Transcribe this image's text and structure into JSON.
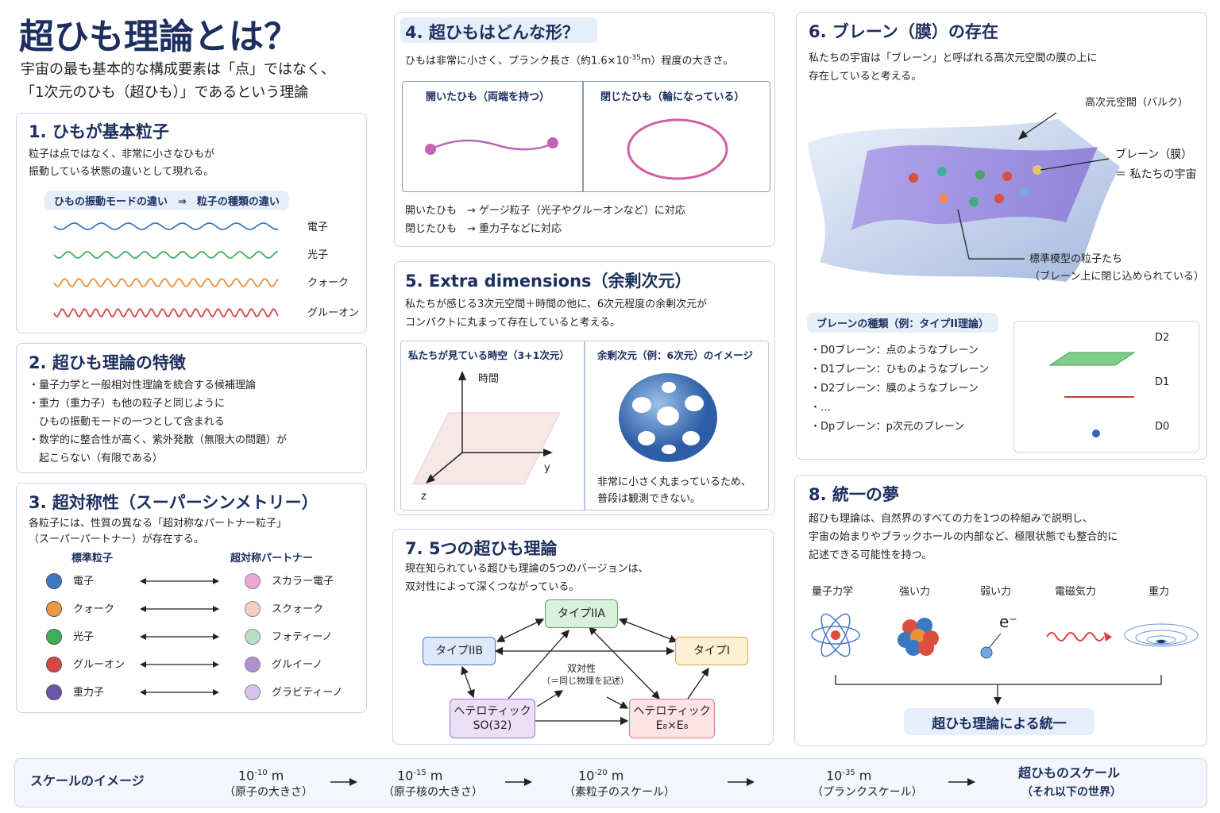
{
  "header": {
    "title": "超ひも理論とは？",
    "line1": "宇宙の最も基本的な構成要素は「点」ではなく、",
    "line2": "「1次元のひも（超ひも）」であるという理論"
  },
  "s1": {
    "title": "1. ひもが基本粒子",
    "l1": "粒子は点ではなく、非常に小さなひもが",
    "l2": "振動している状態の違いとして現れる。",
    "pill": "ひもの振動モードの違い　⇒　粒子の種類の違い",
    "modes": [
      {
        "label": "電子",
        "color": "#3a78c2"
      },
      {
        "label": "光子",
        "color": "#3fae5a"
      },
      {
        "label": "クォーク",
        "color": "#e8923a"
      },
      {
        "label": "グルーオン",
        "color": "#d94545"
      }
    ]
  },
  "s2": {
    "title": "2. 超ひも理論の特徴",
    "lines": [
      "・量子力学と一般相対性理論を統合する候補理論",
      "・重力（重力子）も他の粒子と同じように",
      "　ひもの振動モードの一つとして含まれる",
      "・数学的に整合性が高く、紫外発散（無限大の問題）が",
      "　起こらない（有限である）"
    ]
  },
  "s3": {
    "title": "3. 超対称性（スーパーシンメトリー）",
    "l1": "各粒子には、性質の異なる「超対称なパートナー粒子」",
    "l2": "（スーパーパートナー）が存在する。",
    "col1": "標準粒子",
    "col2": "超対称パートナー",
    "pairs": [
      {
        "a": "電子",
        "b": "スカラー電子",
        "ca": "#3a78c2",
        "cb": "#e9a6d6"
      },
      {
        "a": "クォーク",
        "b": "スクォーク",
        "ca": "#ee9a45",
        "cb": "#f6cfc2"
      },
      {
        "a": "光子",
        "b": "フォティーノ",
        "ca": "#3fae5a",
        "cb": "#b9e0c4"
      },
      {
        "a": "グルーオン",
        "b": "グルイーノ",
        "ca": "#d94545",
        "cb": "#b08fcf"
      },
      {
        "a": "重力子",
        "b": "グラビティーノ",
        "ca": "#6a55a8",
        "cb": "#d7c2ec"
      }
    ]
  },
  "s4": {
    "title": "4. 超ひもはどんな形？",
    "desc_pre": "ひもは非常に小さく、プランク長さ（約1.6×10",
    "desc_exp": "-35",
    "desc_post": "m）程度の大きさ。",
    "open": "開いたひも（両端を持つ）",
    "closed": "閉じたひも（輪になっている）",
    "n1": "開いたひも　→ ゲージ粒子（光子やグルーオンなど）に対応",
    "n2": "閉じたひも　→ 重力子などに対応"
  },
  "s5": {
    "title": "5. Extra dimensions（余剰次元）",
    "l1": "私たちが感じる3次元空間＋時間の他に、6次元程度の余剰次元が",
    "l2": "コンパクトに丸まって存在していると考える。",
    "left": "私たちが見ている時空（3+1次元）",
    "right": "余剰次元（例：6次元）のイメージ",
    "time": "時間",
    "y": "y",
    "z": "z",
    "c1": "非常に小さく丸まっているため、",
    "c2": "普段は観測できない。"
  },
  "s6": {
    "title": "6. ブレーン（膜）の存在",
    "l1": "私たちの宇宙は「ブレーン」と呼ばれる高次元空間の膜の上に",
    "l2": "存在していると考える。",
    "bulk": "高次元空間（バルク）",
    "brane1": "ブレーン（膜）",
    "brane2": "＝ 私たちの宇宙",
    "sm1": "標準模型の粒子たち",
    "sm2": "（ブレーン上に閉じ込められている）",
    "pill": "ブレーンの種類（例：タイプII理論）",
    "types": [
      "・D0ブレーン：点のようなブレーン",
      "・D1ブレーン：ひものようなブレーン",
      "・D2ブレーン：膜のようなブレーン",
      "・…",
      "・Dpブレーン：p次元のブレーン"
    ],
    "d2": "D2",
    "d1": "D1",
    "d0": "D0"
  },
  "s7": {
    "title": "7. 5つの超ひも理論",
    "l1": "現在知られている超ひも理論の5つのバージョンは、",
    "l2": "双対性によって深くつながっている。",
    "iia": "タイプIIA",
    "iib": "タイプIIB",
    "i": "タイプI",
    "so1": "ヘテロティック",
    "so2": "SO(32)",
    "e1": "ヘテロティック",
    "e2": "E₈×E₈",
    "dual1": "双対性",
    "dual2": "（＝同じ物理を記述）"
  },
  "s8": {
    "title": "8. 統一の夢",
    "l1": "超ひも理論は、自然界のすべての力を1つの枠組みで説明し、",
    "l2": "宇宙の始まりやブラックホールの内部など、極限状態でも整合的に",
    "l3": "記述できる可能性を持つ。",
    "forces": [
      "量子力学",
      "強い力",
      "弱い力",
      "電磁気力",
      "重力"
    ],
    "electron": "e⁻",
    "unify": "超ひも理論による統一"
  },
  "scale": {
    "label": "スケールのイメージ",
    "items": [
      {
        "b": "10",
        "e": "-10",
        "u": " m",
        "s": "（原子の大きさ）"
      },
      {
        "b": "10",
        "e": "-15",
        "u": " m",
        "s": "（原子核の大きさ）"
      },
      {
        "b": "10",
        "e": "-20",
        "u": " m",
        "s": "（素粒子のスケール）"
      },
      {
        "b": "10",
        "e": "-35",
        "u": " m",
        "s": "（プランクスケール）"
      }
    ],
    "last1": "超ひものスケール",
    "last2": "（それ以下の世界）"
  }
}
